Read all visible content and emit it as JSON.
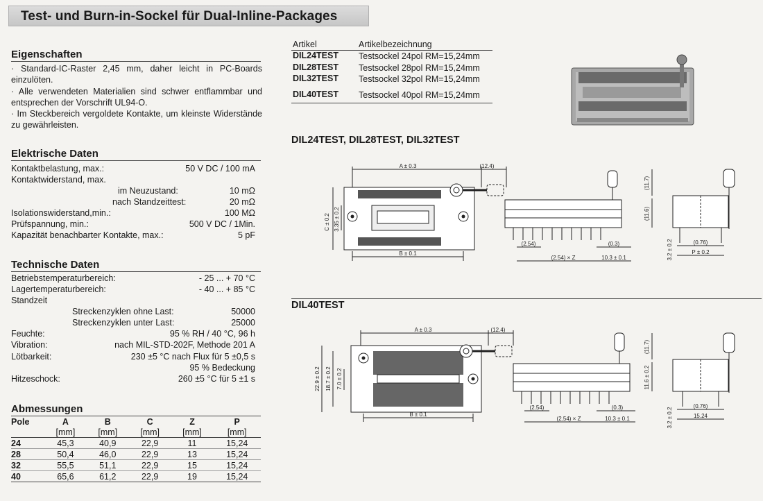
{
  "title": "Test- und Burn-in-Sockel für Dual-Inline-Packages",
  "eigenschaften": {
    "heading": "Eigenschaften",
    "bullets": [
      "· Standard-IC-Raster 2,45 mm, daher leicht in PC-Boards einzulöten.",
      "· Alle verwendeten Materialien sind schwer entflammbar und entsprechen der Vorschrift UL94-O.",
      "· Im Steckbereich vergoldete Kontakte, um kleinste Widerstände zu gewährleisten."
    ]
  },
  "elektrische": {
    "heading": "Elektrische Daten",
    "rows": [
      {
        "label": "Kontaktbelastung, max.:",
        "value": "50 V DC / 100 mA"
      },
      {
        "label": "Kontaktwiderstand, max.",
        "value": ""
      },
      {
        "label": "im Neuzustand:",
        "value": "10 mΩ"
      },
      {
        "label": "nach Standzeittest:",
        "value": "20 mΩ"
      },
      {
        "label": "Isolationswiderstand,min.:",
        "value": "100 MΩ"
      },
      {
        "label": "Prüfspannung, min.:",
        "value": "500 V DC / 1Min."
      },
      {
        "label": "Kapazität benachbarter Kontakte, max.:",
        "value": "5 pF"
      }
    ]
  },
  "technische": {
    "heading": "Technische Daten",
    "rows": [
      {
        "label": "Betriebstemperaturbereich:",
        "value": "- 25 ... + 70 °C"
      },
      {
        "label": "Lagertemperaturbereich:",
        "value": "- 40 ... + 85 °C"
      },
      {
        "label": "Standzeit",
        "value": ""
      },
      {
        "label": "Streckenzyklen ohne Last:",
        "value": "50000"
      },
      {
        "label": "Streckenzyklen unter Last:",
        "value": "25000"
      },
      {
        "label": "Feuchte:",
        "value": "95 % RH / 40 °C, 96 h"
      },
      {
        "label": "Vibration:",
        "value": "nach MIL-STD-202F, Methode 201 A"
      },
      {
        "label": "Lötbarkeit:",
        "value": "230 ±5 °C nach Flux für 5 ±0,5 s"
      },
      {
        "label": "",
        "value": "95 % Bedeckung"
      },
      {
        "label": "Hitzeschock:",
        "value": "260 ±5 °C für 5 ±1 s"
      }
    ]
  },
  "abmessungen": {
    "heading": "Abmessungen",
    "columns": [
      "Pole",
      "A",
      "B",
      "C",
      "Z",
      "P"
    ],
    "units": [
      "",
      "[mm]",
      "[mm]",
      "[mm]",
      "[mm]",
      "[mm]"
    ],
    "rows": [
      [
        "24",
        "45,3",
        "40,9",
        "22,9",
        "11",
        "15,24"
      ],
      [
        "28",
        "50,4",
        "46,0",
        "22,9",
        "13",
        "15,24"
      ],
      [
        "32",
        "55,5",
        "51,1",
        "22,9",
        "15",
        "15,24"
      ],
      [
        "40",
        "65,6",
        "61,2",
        "22,9",
        "19",
        "15,24"
      ]
    ]
  },
  "artikel": {
    "col1": "Artikel",
    "col2": "Artikelbezeichnung",
    "rows": [
      {
        "code": "DIL24TEST",
        "desc": "Testsockel 24pol RM=15,24mm"
      },
      {
        "code": "DIL28TEST",
        "desc": "Testsockel 28pol RM=15,24mm"
      },
      {
        "code": "DIL32TEST",
        "desc": "Testsockel 32pol RM=15,24mm"
      },
      {
        "code": "DIL40TEST",
        "desc": "Testsockel 40pol RM=15,24mm"
      }
    ]
  },
  "drawing1": {
    "heading": "DIL24TEST, DIL28TEST, DIL32TEST",
    "labels": {
      "a": "A ± 0.3",
      "d124": "(12.4)",
      "c": "C ± 0.2",
      "d335": "3.35 ± 0.2",
      "b": "B ± 0.1",
      "d254": "(2.54)",
      "d254z": "(2.54) × Z",
      "d03": "(0.3)",
      "d103": "10.3 ± 0.1",
      "d117": "(11.7)",
      "d116": "(11.6)",
      "d32": "3.2 ± 0.2",
      "d076": "(0.76)",
      "p": "P ± 0.2"
    }
  },
  "drawing2": {
    "heading": "DIL40TEST",
    "labels": {
      "a": "A ± 0.3",
      "d124": "(12.4)",
      "d229": "22.9 ± 0.2",
      "d187": "18.7 ± 0.2",
      "d70": "7.0 ± 0.2",
      "b": "B ± 0.1",
      "d254": "(2.54)",
      "d254z": "(2.54) × Z",
      "d03": "(0.3)",
      "d103": "10.3 ± 0.1",
      "d117": "(11.7)",
      "d116": "11.6 ± 0.2",
      "d32": "3.2 ± 0.2",
      "d076": "(0.76)",
      "d1524": "15.24"
    }
  }
}
